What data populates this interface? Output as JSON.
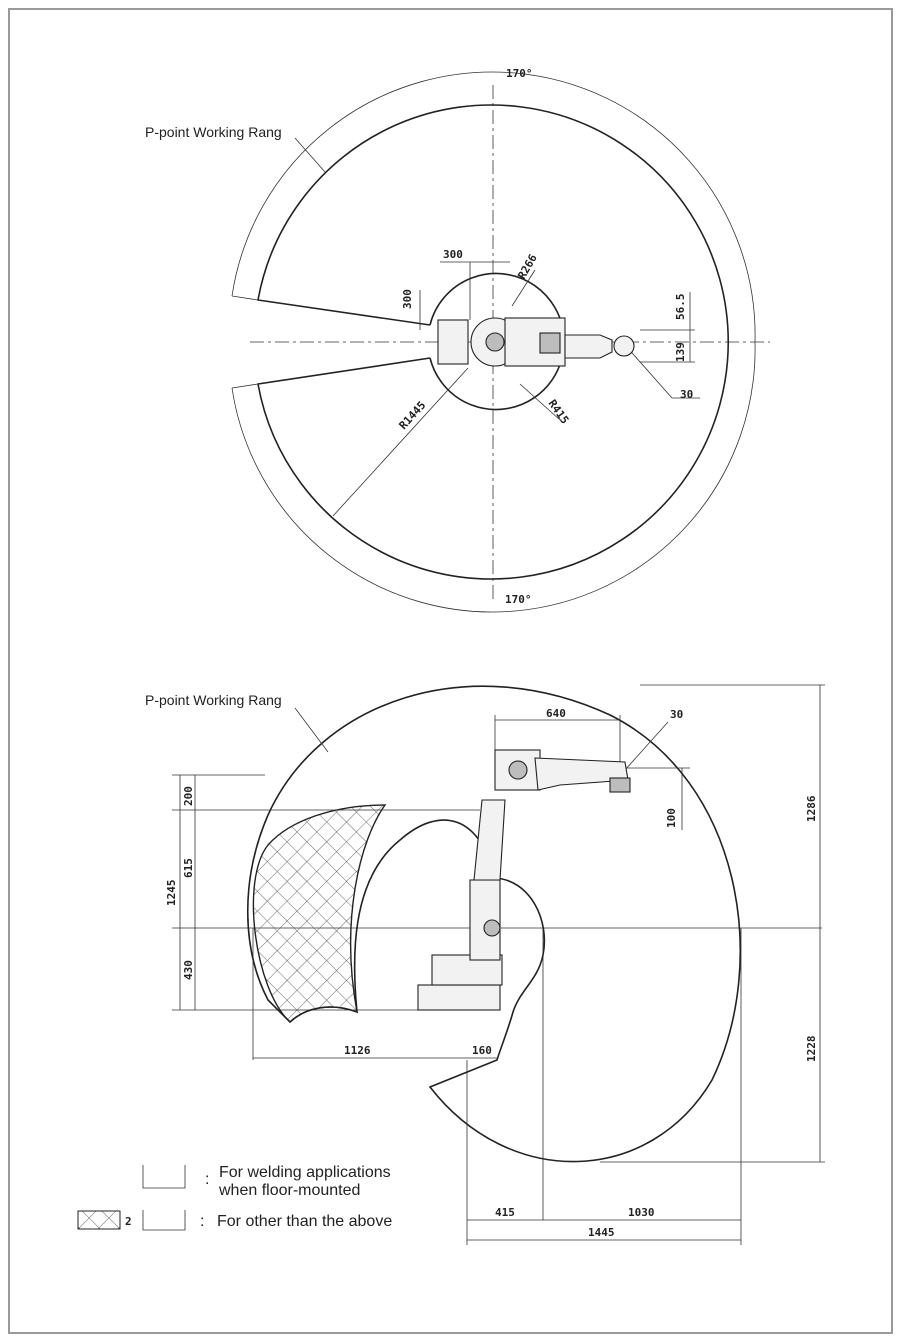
{
  "top_view": {
    "range_label": "P-point Working Rang",
    "angle_top": "170°",
    "angle_bottom": "170°",
    "dim_300_h": "300",
    "dim_300_v": "300",
    "dim_r266": "R266",
    "dim_r415": "R415",
    "dim_r1445": "R1445",
    "dim_56_5": "56.5",
    "dim_139": "139",
    "dim_30": "30"
  },
  "side_view": {
    "range_label": "P-point Working Rang",
    "dim_640": "640",
    "dim_30": "30",
    "dim_100": "100",
    "dim_1286": "1286",
    "dim_1228": "1228",
    "dim_200": "200",
    "dim_615": "615",
    "dim_1245": "1245",
    "dim_430": "430",
    "dim_1126": "1126",
    "dim_160": "160",
    "dim_415": "415",
    "dim_1030": "1030",
    "dim_1445": "1445"
  },
  "legend": {
    "colon": ":",
    "welding_line1": "For welding applications",
    "welding_line2": "when floor-mounted",
    "hatch_marker": "2",
    "other_text": "For other than the above"
  }
}
